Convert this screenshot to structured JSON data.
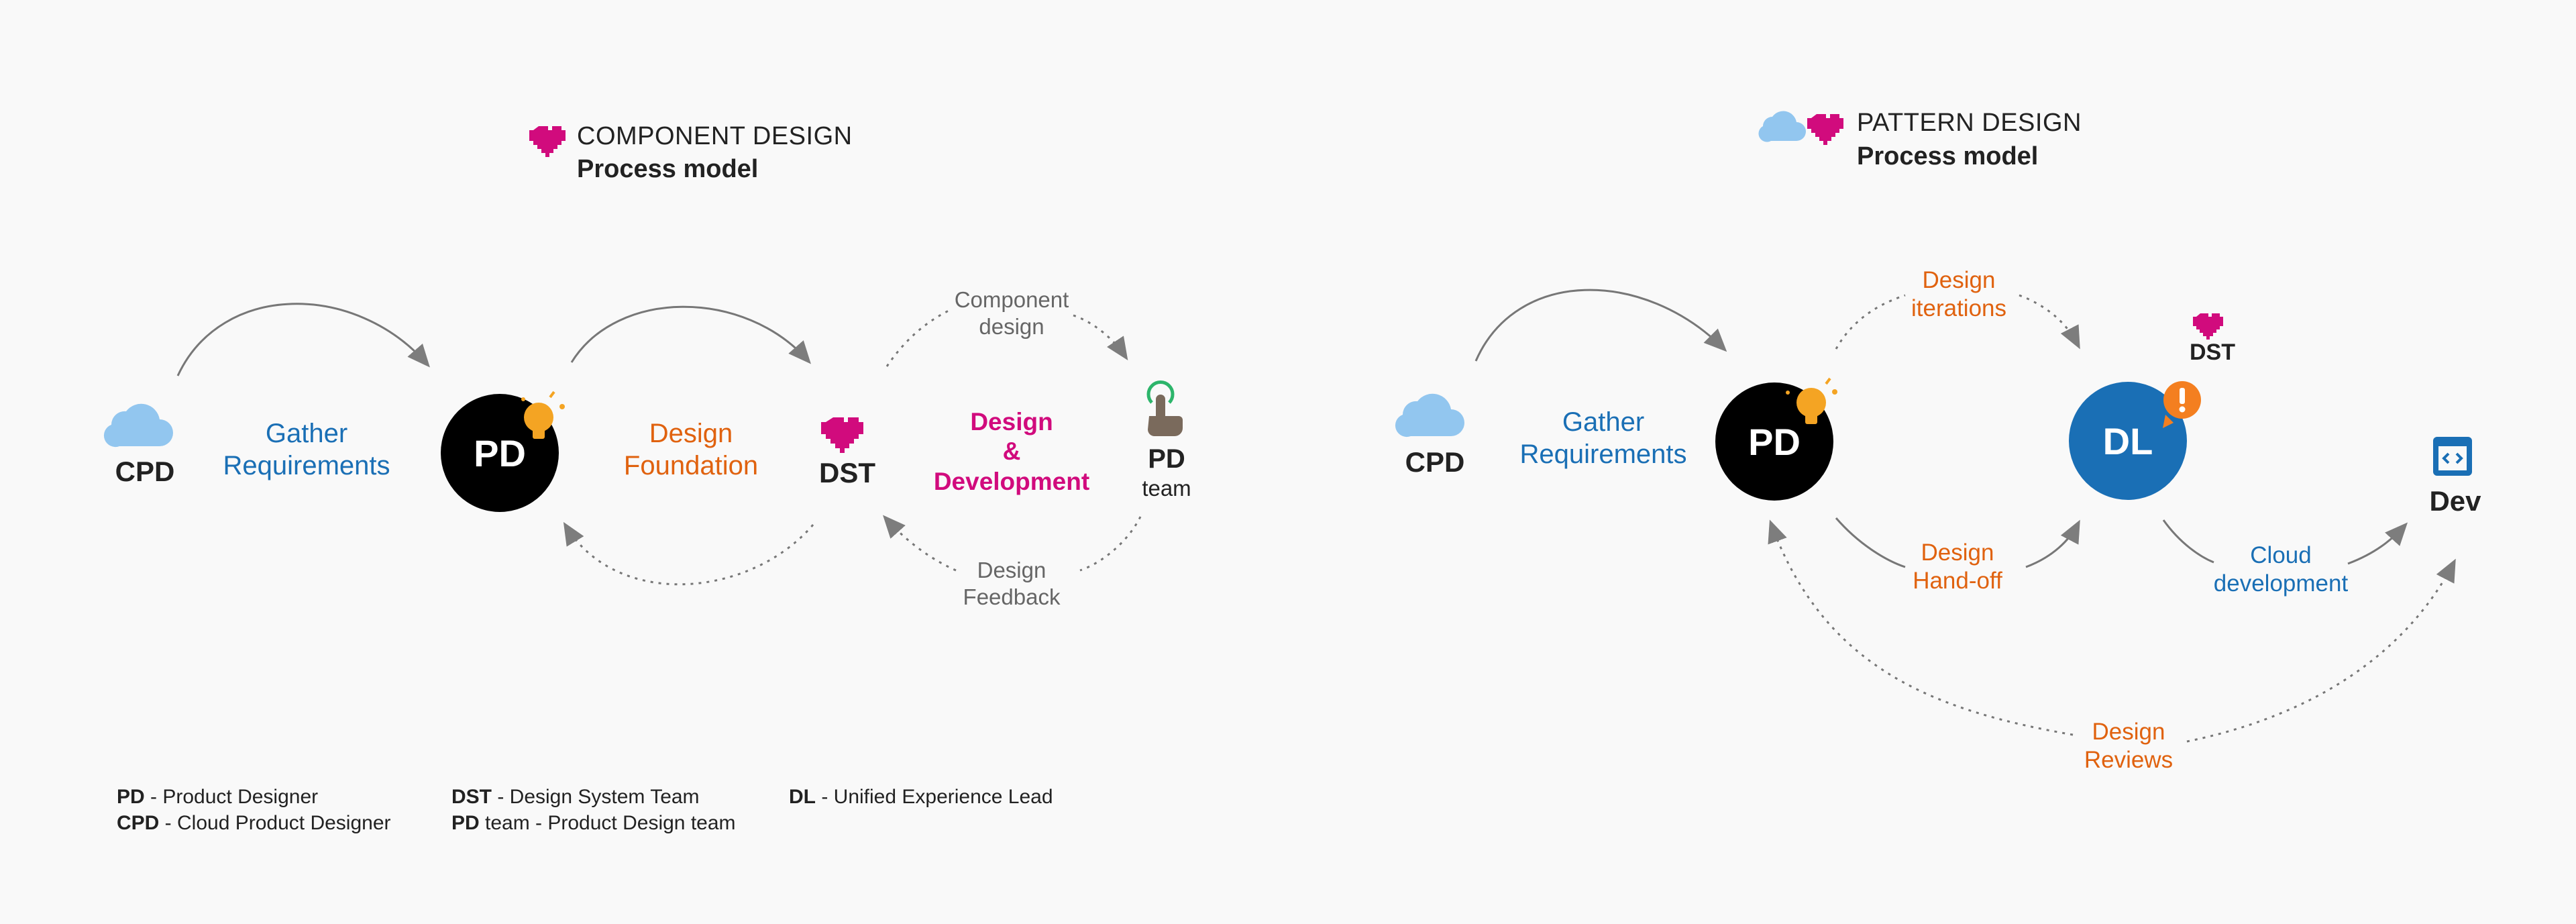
{
  "left": {
    "title": "COMPONENT DESIGN",
    "subtitle": "Process model",
    "cpd": "CPD",
    "gather_1": "Gather",
    "gather_2": "Requirements",
    "pd": "PD",
    "foundation_1": "Design",
    "foundation_2": "Foundation",
    "dst": "DST",
    "component_1": "Component",
    "component_2": "design",
    "dev_1": "Design",
    "dev_2": "&",
    "dev_3": "Development",
    "pdteam_1": "PD",
    "pdteam_2": "team",
    "feedback_1": "Design",
    "feedback_2": "Feedback"
  },
  "legend": {
    "c1r1_abbr": "PD",
    "c1r1_text": " - Product Designer",
    "c1r2_abbr": "CPD",
    "c1r2_text": " - Cloud Product Designer",
    "c2r1_abbr": "DST",
    "c2r1_text": " - Design System Team",
    "c2r2_abbr": "PD",
    "c2r2_text": " team - Product Design team",
    "c3r1_abbr": "DL",
    "c3r1_text": " - Unified Experience Lead"
  },
  "right": {
    "title": "PATTERN DESIGN",
    "subtitle": "Process model",
    "cpd": "CPD",
    "gather_1": "Gather",
    "gather_2": "Requirements",
    "pd": "PD",
    "iter_1": "Design",
    "iter_2": "iterations",
    "dst": "DST",
    "dl": "DL",
    "dev": "Dev",
    "handoff_1": "Design",
    "handoff_2": "Hand-off",
    "cloud_1": "Cloud",
    "cloud_2": "development",
    "reviews_1": "Design",
    "reviews_2": "Reviews"
  },
  "colors": {
    "blue": "#1a6fb5",
    "orange": "#e0620f",
    "magenta": "#d10b7d",
    "gray": "#666666",
    "cloud": "#92c6ef",
    "bulb": "#f4a423",
    "alert": "#f47f20",
    "touch_green": "#2db56b"
  },
  "icons": [
    "heart-icon",
    "cloud-icon",
    "lightbulb-icon",
    "touch-icon",
    "alert-icon",
    "code-window-icon"
  ]
}
